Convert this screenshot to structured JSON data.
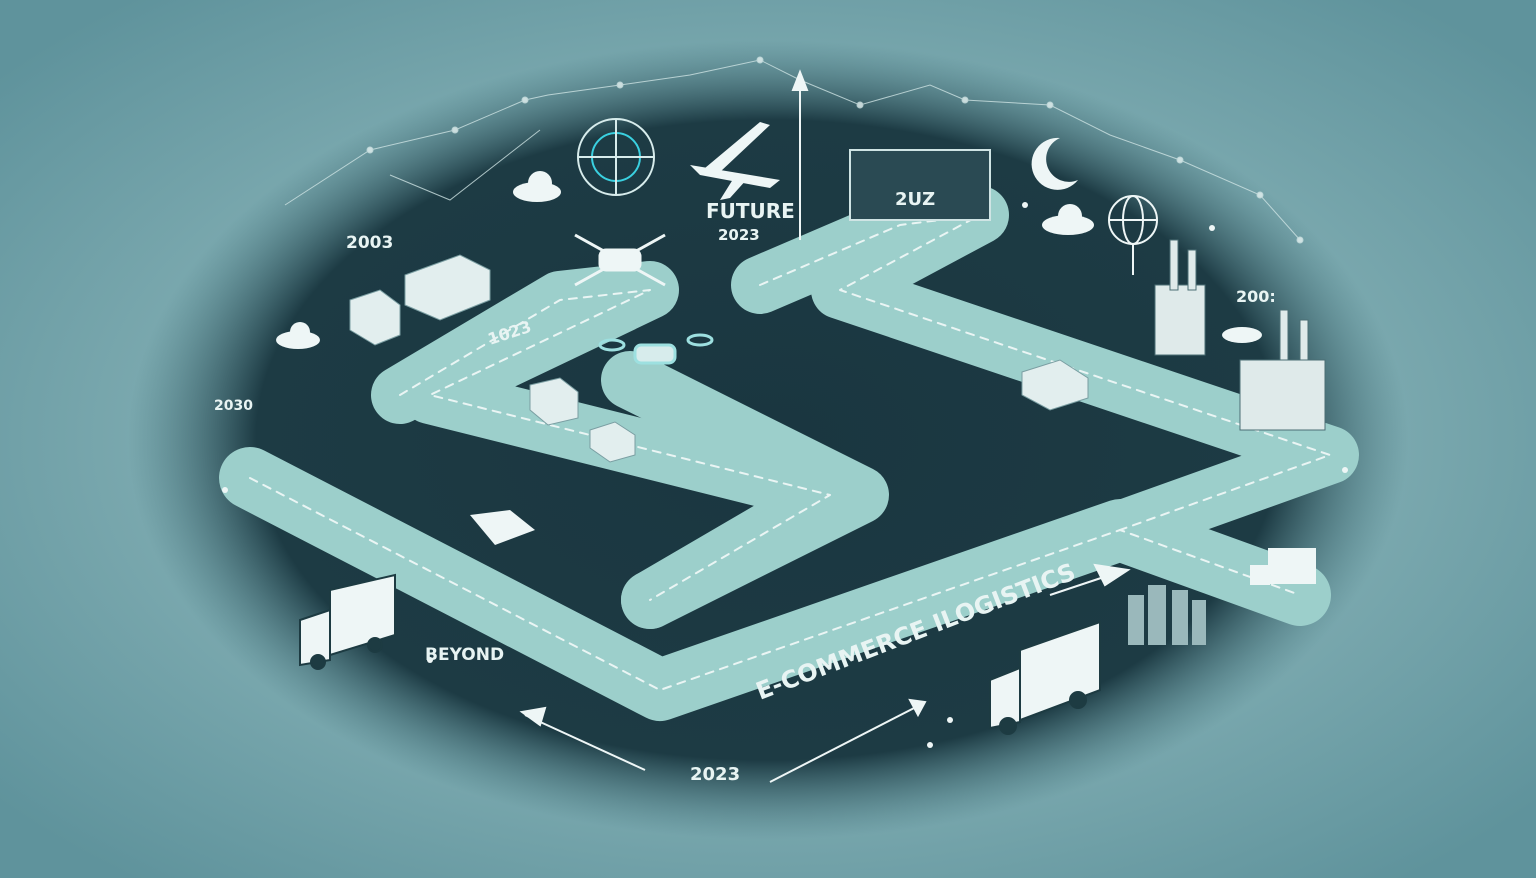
{
  "labels": {
    "future": "FUTURE",
    "future_year": "2023",
    "year_top_left": "2003",
    "year_left": "2030",
    "year_right": "200:",
    "year_path": "1023",
    "year_bottom": "2023",
    "beyond": "BEYOND",
    "banner": "E-COMMERCE ILOGISTICS",
    "sign": "2UZ"
  },
  "colors": {
    "background": "#6e9ea6",
    "board": "#17303a",
    "path": "#9ccfcb",
    "accent": "#e8f4f3"
  },
  "icons": [
    "airplane-icon",
    "drone-icon",
    "truck-icon",
    "package-icon",
    "cloud-icon",
    "moon-icon",
    "globe-icon",
    "factory-icon",
    "radar-icon",
    "envelope-icon",
    "city-icon",
    "arrow-icon",
    "star-icon"
  ]
}
